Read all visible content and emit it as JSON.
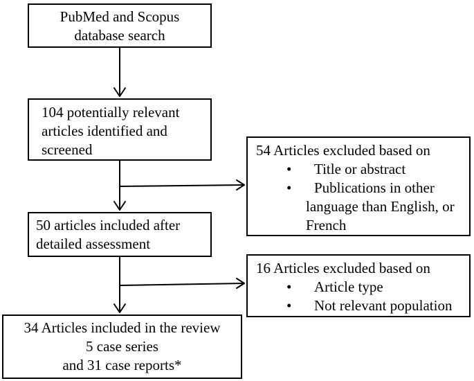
{
  "box_search": {
    "lines": [
      "PubMed and Scopus",
      "database search"
    ]
  },
  "box_identified": {
    "lines": [
      "104 potentially relevant",
      "articles identified and",
      "screened"
    ]
  },
  "box_excluded_1": {
    "heading": "54 Articles excluded based on",
    "bullet_symbol": "•",
    "items": [
      "Title or abstract",
      "Publications in other"
    ],
    "continuation": [
      "language than English, or",
      "French"
    ]
  },
  "box_included": {
    "lines": [
      "50 articles included after",
      "detailed assessment"
    ]
  },
  "box_excluded_2": {
    "heading": "16 Articles excluded based on",
    "bullet_symbol": "•",
    "items": [
      "Article type",
      "Not relevant population"
    ]
  },
  "box_review": {
    "lines": [
      "34 Articles included in the review",
      "5 case series",
      "and 31 case reports*"
    ]
  }
}
